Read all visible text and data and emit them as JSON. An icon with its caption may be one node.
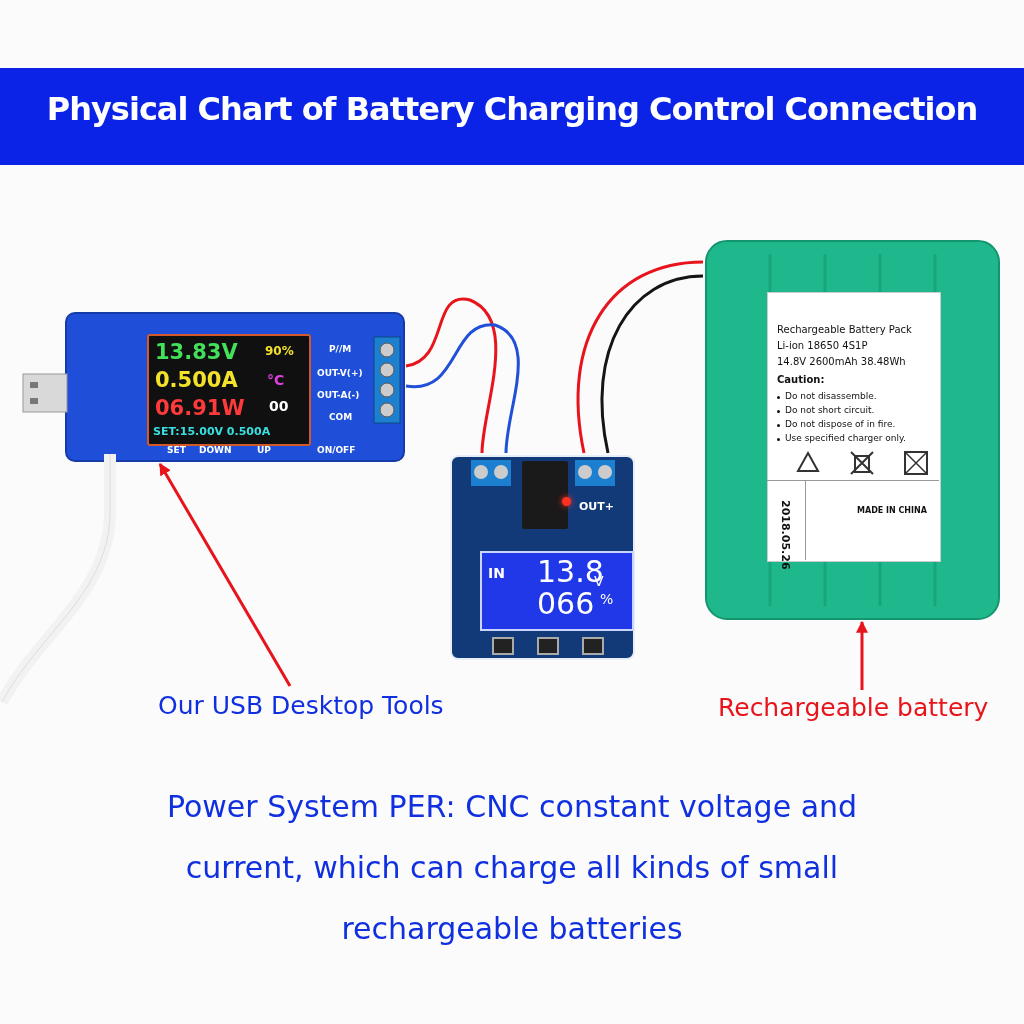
{
  "diagram": {
    "title": "Physical Chart of Battery Charging Control Connection",
    "caption": "Power System PER:  CNC constant voltage and current, which can charge all kinds of small rechargeable batteries",
    "nodes": [
      {
        "text": [
          "13.83V",
          "90%",
          "0.500A",
          "°C",
          "06.91W",
          "00",
          "SET:15.00V 0.500A",
          "P//M",
          "OUT-V(+)",
          "OUT-A(-)",
          "COM",
          "SET",
          "DOWN",
          "UP",
          "ON/OFF"
        ]
      },
      {
        "text": [
          "OUT+",
          "IN",
          "13.8",
          "V",
          "066",
          "%"
        ]
      },
      {
        "text": [
          "Rechargeable Battery Pack",
          "Li-ion 18650 4S1P",
          "14.8V 2600mAh 38.48Wh",
          "Caution:",
          "Do not disassemble.",
          "Do not short circuit.",
          "Do not dispose of in fire.",
          "Use specified charger only.",
          "2018.05.26",
          "MADE IN CHINA"
        ]
      },
      {
        "text": [
          "Our USB Desktop Tools"
        ]
      },
      {
        "text": [
          "Rechargeable battery"
        ]
      }
    ],
    "edges": [
      {
        "from": 3,
        "to": 0,
        "arrow": "to",
        "color": "#e8141c"
      },
      {
        "from": 4,
        "to": 2,
        "arrow": "to",
        "color": "#e8141c"
      },
      {
        "from": 0,
        "to": 1,
        "arrow": "none",
        "color": "#e8141c"
      },
      {
        "from": 0,
        "to": 1,
        "arrow": "none",
        "color": "#2050d8"
      },
      {
        "from": 1,
        "to": 2,
        "arrow": "none",
        "color": "#e8141c"
      },
      {
        "from": 1,
        "to": 2,
        "arrow": "none",
        "color": "#151515"
      }
    ]
  }
}
